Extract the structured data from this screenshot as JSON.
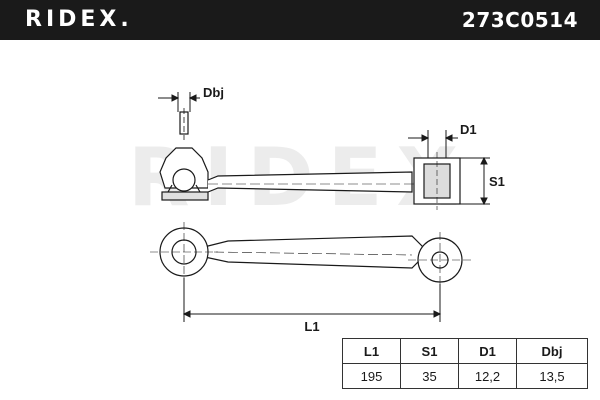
{
  "header": {
    "brand": "RIDEX.",
    "part_number": "273C0514",
    "background": "#1a1a1a"
  },
  "drawing": {
    "watermark": "RIDEX",
    "dimension_labels": {
      "dbj": "Dbj",
      "d1": "D1",
      "s1": "S1",
      "l1": "L1"
    }
  },
  "specs_table": {
    "columns": [
      "L1",
      "S1",
      "D1",
      "Dbj"
    ],
    "values": [
      "195",
      "35",
      "12,2",
      "13,5"
    ]
  }
}
